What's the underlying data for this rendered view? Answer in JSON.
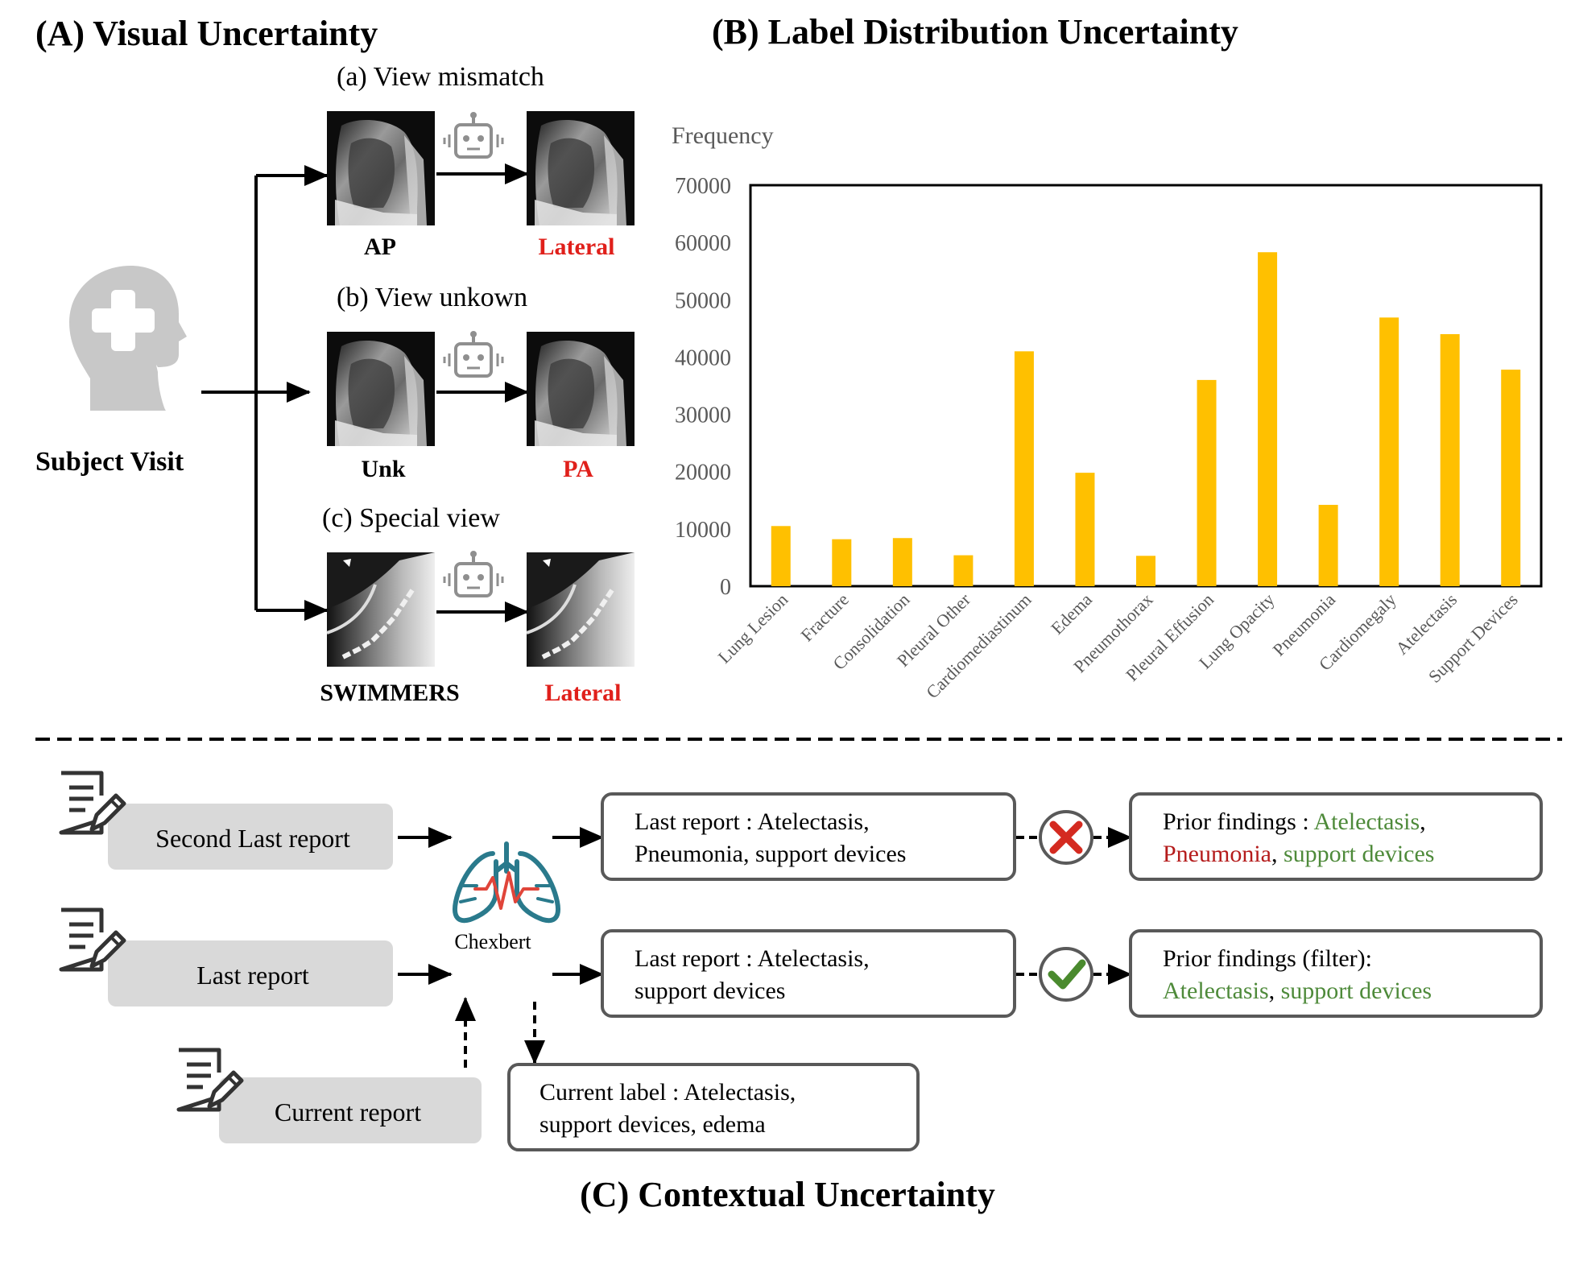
{
  "panel_a": {
    "title": "(A) Visual Uncertainty",
    "subject_label": "Subject Visit",
    "rows": [
      {
        "caption": "(a) View mismatch",
        "from_label": "AP",
        "to_label": "Lateral"
      },
      {
        "caption": "(b) View unkown",
        "from_label": "Unk",
        "to_label": "PA"
      },
      {
        "caption": "(c) Special view",
        "from_label": "SWIMMERS",
        "to_label": "Lateral"
      }
    ],
    "colors": {
      "highlight": "#e0201b",
      "robot": "#8f8f8f",
      "head": "#c8c8c8"
    }
  },
  "panel_b": {
    "title": "(B) Label Distribution Uncertainty"
  },
  "chart_data": {
    "type": "bar",
    "title": "",
    "ylabel": "Frequency",
    "xlabel": "",
    "ylim": [
      0,
      70000
    ],
    "yticks": [
      0,
      10000,
      20000,
      30000,
      40000,
      50000,
      60000,
      70000
    ],
    "grid": false,
    "bar_color": "#ffc000",
    "categories": [
      "Lung Lesion",
      "Fracture",
      "Consolidation",
      "Pleural Other",
      "Cardiomediastinum",
      "Edema",
      "Pneumothorax",
      "Pleural Effusion",
      "Lung Opacity",
      "Pneumonia",
      "Cardiomegaly",
      "Atelectasis",
      "Support Devices"
    ],
    "values": [
      10500,
      8200,
      8400,
      5400,
      41000,
      19800,
      5300,
      36000,
      58300,
      14200,
      46900,
      44000,
      37800
    ]
  },
  "panel_c": {
    "title": "(C) Contextual Uncertainty",
    "reports": [
      "Second Last report",
      "Last report",
      "Current report"
    ],
    "model_label": "Chexbert",
    "outputs": [
      {
        "line1": "Last report : Atelectasis,",
        "line2": "Pneumonia, support devices"
      },
      {
        "line1": "Last report : Atelectasis,",
        "line2": "support devices"
      }
    ],
    "current_label": {
      "line1": "Current label : Atelectasis,",
      "line2": "support devices, edema"
    },
    "prior_1": {
      "prefix": "Prior findings : ",
      "t1": "Atelectasis",
      "sep1": ",",
      "t2": "Pneumonia",
      "sep2": ", ",
      "t3": "support devices"
    },
    "prior_2": {
      "line1": "Prior findings (filter):",
      "t1": "Atelectasis",
      "sep": ", ",
      "t2": "support devices"
    },
    "colors": {
      "green": "#4e8a3a",
      "red": "#b51c1c",
      "cross": "#d42a20",
      "check": "#4a8a2e",
      "report_box": "#d9d9d9",
      "lung": "#2a7a8c"
    }
  }
}
